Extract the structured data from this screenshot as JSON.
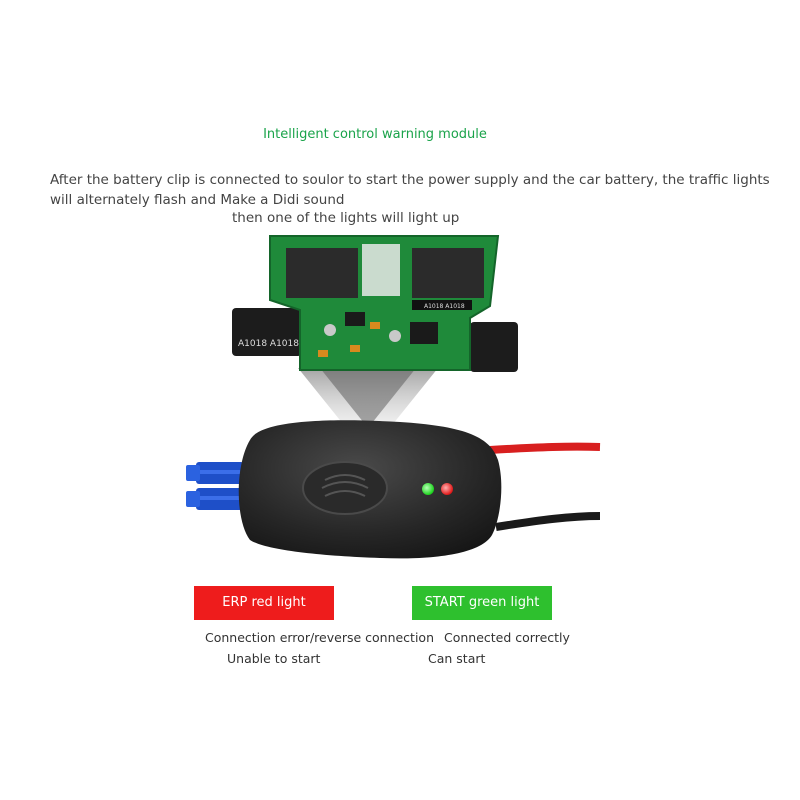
{
  "header": {
    "title": "Intelligent control warning module",
    "description_line1": "After the battery clip is connected to soulor to start the power supply and the car battery, the traffic lights will alternately flash and Make a Didi sound",
    "description_line2": "then one of the lights will light up"
  },
  "pcb": {
    "component_marking_1": "A1018 A1018",
    "component_marking_2": "A1018 A1018"
  },
  "legend": {
    "red": {
      "label": "ERP red light",
      "color": "#ee1c1c",
      "meaning_line1": "Connection error/reverse connection",
      "meaning_line2": "Unable to start"
    },
    "green": {
      "label": "START green light",
      "color": "#2ec02e",
      "meaning_line1": "Connected correctly",
      "meaning_line2": "Can start"
    }
  },
  "device": {
    "connector_color": "#1e4fc8",
    "led_colors": [
      "#19d319",
      "#e01515"
    ]
  }
}
